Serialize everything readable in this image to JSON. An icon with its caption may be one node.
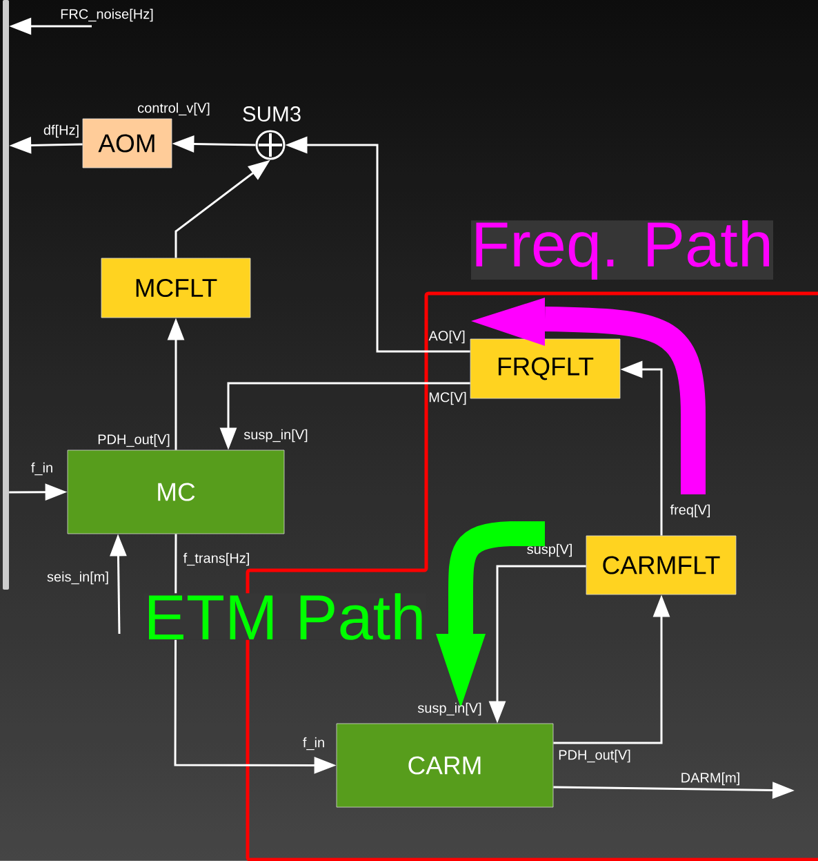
{
  "diagram": {
    "nodes": [
      {
        "text": [
          "AOM"
        ]
      },
      {
        "text": [
          "SUM3"
        ]
      },
      {
        "text": [
          "MCFLT"
        ]
      },
      {
        "text": [
          "FRQFLT"
        ]
      },
      {
        "text": [
          "MC"
        ],
        "beside": [
          "susp_in[V]"
        ]
      },
      {
        "text": [
          "CARMFLT"
        ]
      },
      {
        "text": [
          "CARM"
        ],
        "beside": [
          "f_in",
          "susp_in[V]"
        ]
      },
      {
        "text": [],
        "shape": "bar"
      }
    ],
    "edges": [
      {
        "from": null,
        "to": 7,
        "arrow": "to",
        "label": "FRC_noise[Hz]"
      },
      {
        "from": 0,
        "to": 7,
        "arrow": "to",
        "label": "df[Hz]"
      },
      {
        "from": 1,
        "to": 0,
        "arrow": "to",
        "label": "control_v[V]"
      },
      {
        "from": 3,
        "to": 1,
        "arrow": "to",
        "label": "AO[V]"
      },
      {
        "from": 2,
        "to": 1,
        "arrow": "to"
      },
      {
        "from": 4,
        "to": 2,
        "arrow": "to",
        "label": "PDH_out[V]"
      },
      {
        "from": 3,
        "to": 4,
        "arrow": "to",
        "label": "MC[V]"
      },
      {
        "from": 7,
        "to": 4,
        "arrow": "to",
        "label": "f_in"
      },
      {
        "from": null,
        "to": 4,
        "arrow": "to",
        "label": "seis_in[m]"
      },
      {
        "from": 4,
        "to": 6,
        "arrow": "to",
        "label": "f_trans[Hz]"
      },
      {
        "from": 6,
        "to": 5,
        "arrow": "to",
        "label": "PDH_out[V]"
      },
      {
        "from": 5,
        "to": 3,
        "arrow": "to",
        "label": "freq[V]"
      },
      {
        "from": 5,
        "to": 6,
        "arrow": "to",
        "label": "susp[V]"
      },
      {
        "from": 6,
        "to": null,
        "arrow": "to",
        "label": "DARM[m]"
      }
    ],
    "labels": [
      "Freq. Path",
      "ETM Path"
    ]
  }
}
